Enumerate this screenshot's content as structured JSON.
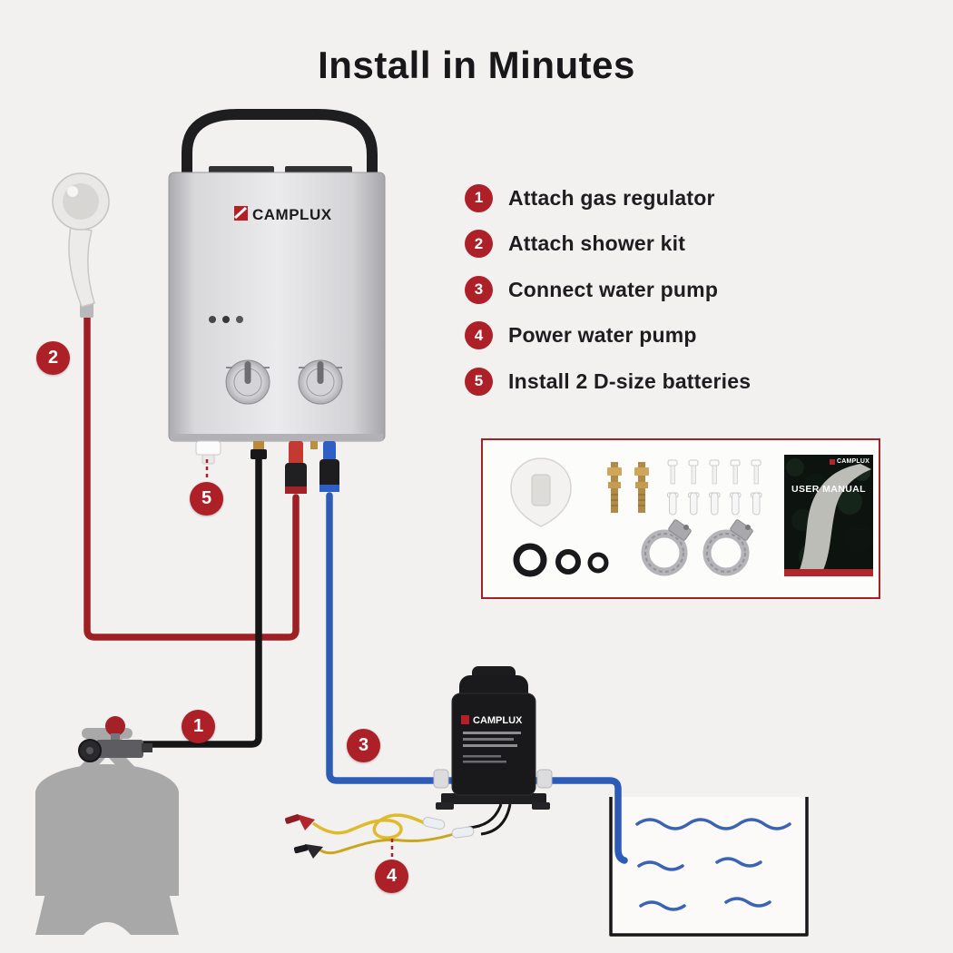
{
  "title": "Install in Minutes",
  "steps": [
    {
      "num": "1",
      "label": "Attach gas regulator"
    },
    {
      "num": "2",
      "label": "Attach shower kit"
    },
    {
      "num": "3",
      "label": "Connect water pump"
    },
    {
      "num": "4",
      "label": "Power water pump"
    },
    {
      "num": "5",
      "label": "Install 2 D-size batteries"
    }
  ],
  "heater": {
    "brand": "CAMPLUX"
  },
  "pump": {
    "brand": "CAMPLUX"
  },
  "manual": {
    "brand": "CAMPLUX",
    "title": "USER MANUAL"
  },
  "colors": {
    "badge_red": "#ad2027",
    "hose_red": "#9e2025",
    "hose_blue": "#2d5bb8",
    "hose_black": "#161616",
    "tank_gray": "#a8a8a8",
    "accent_red": "#a32127"
  }
}
